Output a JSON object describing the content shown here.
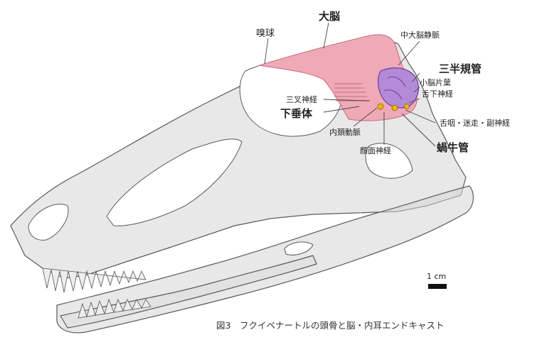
{
  "labels": {
    "cerebrum": "大脳",
    "olfactory_bulb": "嗅球",
    "middle_cerebral_vein": "中大脳静脈",
    "semicircular_canals": "三半規管",
    "flocculus": "小脳片葉",
    "hypoglossal_nerve": "舌下神経",
    "trigeminal_nerve": "三叉神経",
    "pituitary": "下垂体",
    "glossopharyngeal_vagus_accessory": "舌咽・迷走・副神経",
    "internal_carotid": "内頚動脈",
    "cochlear_duct": "蝸牛管",
    "facial_nerve": "顔面神経"
  },
  "scale_bar": {
    "label": "1 cm"
  },
  "caption": "図3　フクイベナートルの頭骨と脳・内耳エンドキャスト",
  "colors": {
    "bone": "#c9c9c9",
    "bone_stroke": "#555555",
    "brain": "#f0a9b6",
    "inner_ear": "#b38ad6",
    "nerves": "#e8b800",
    "leader": "#444444"
  }
}
